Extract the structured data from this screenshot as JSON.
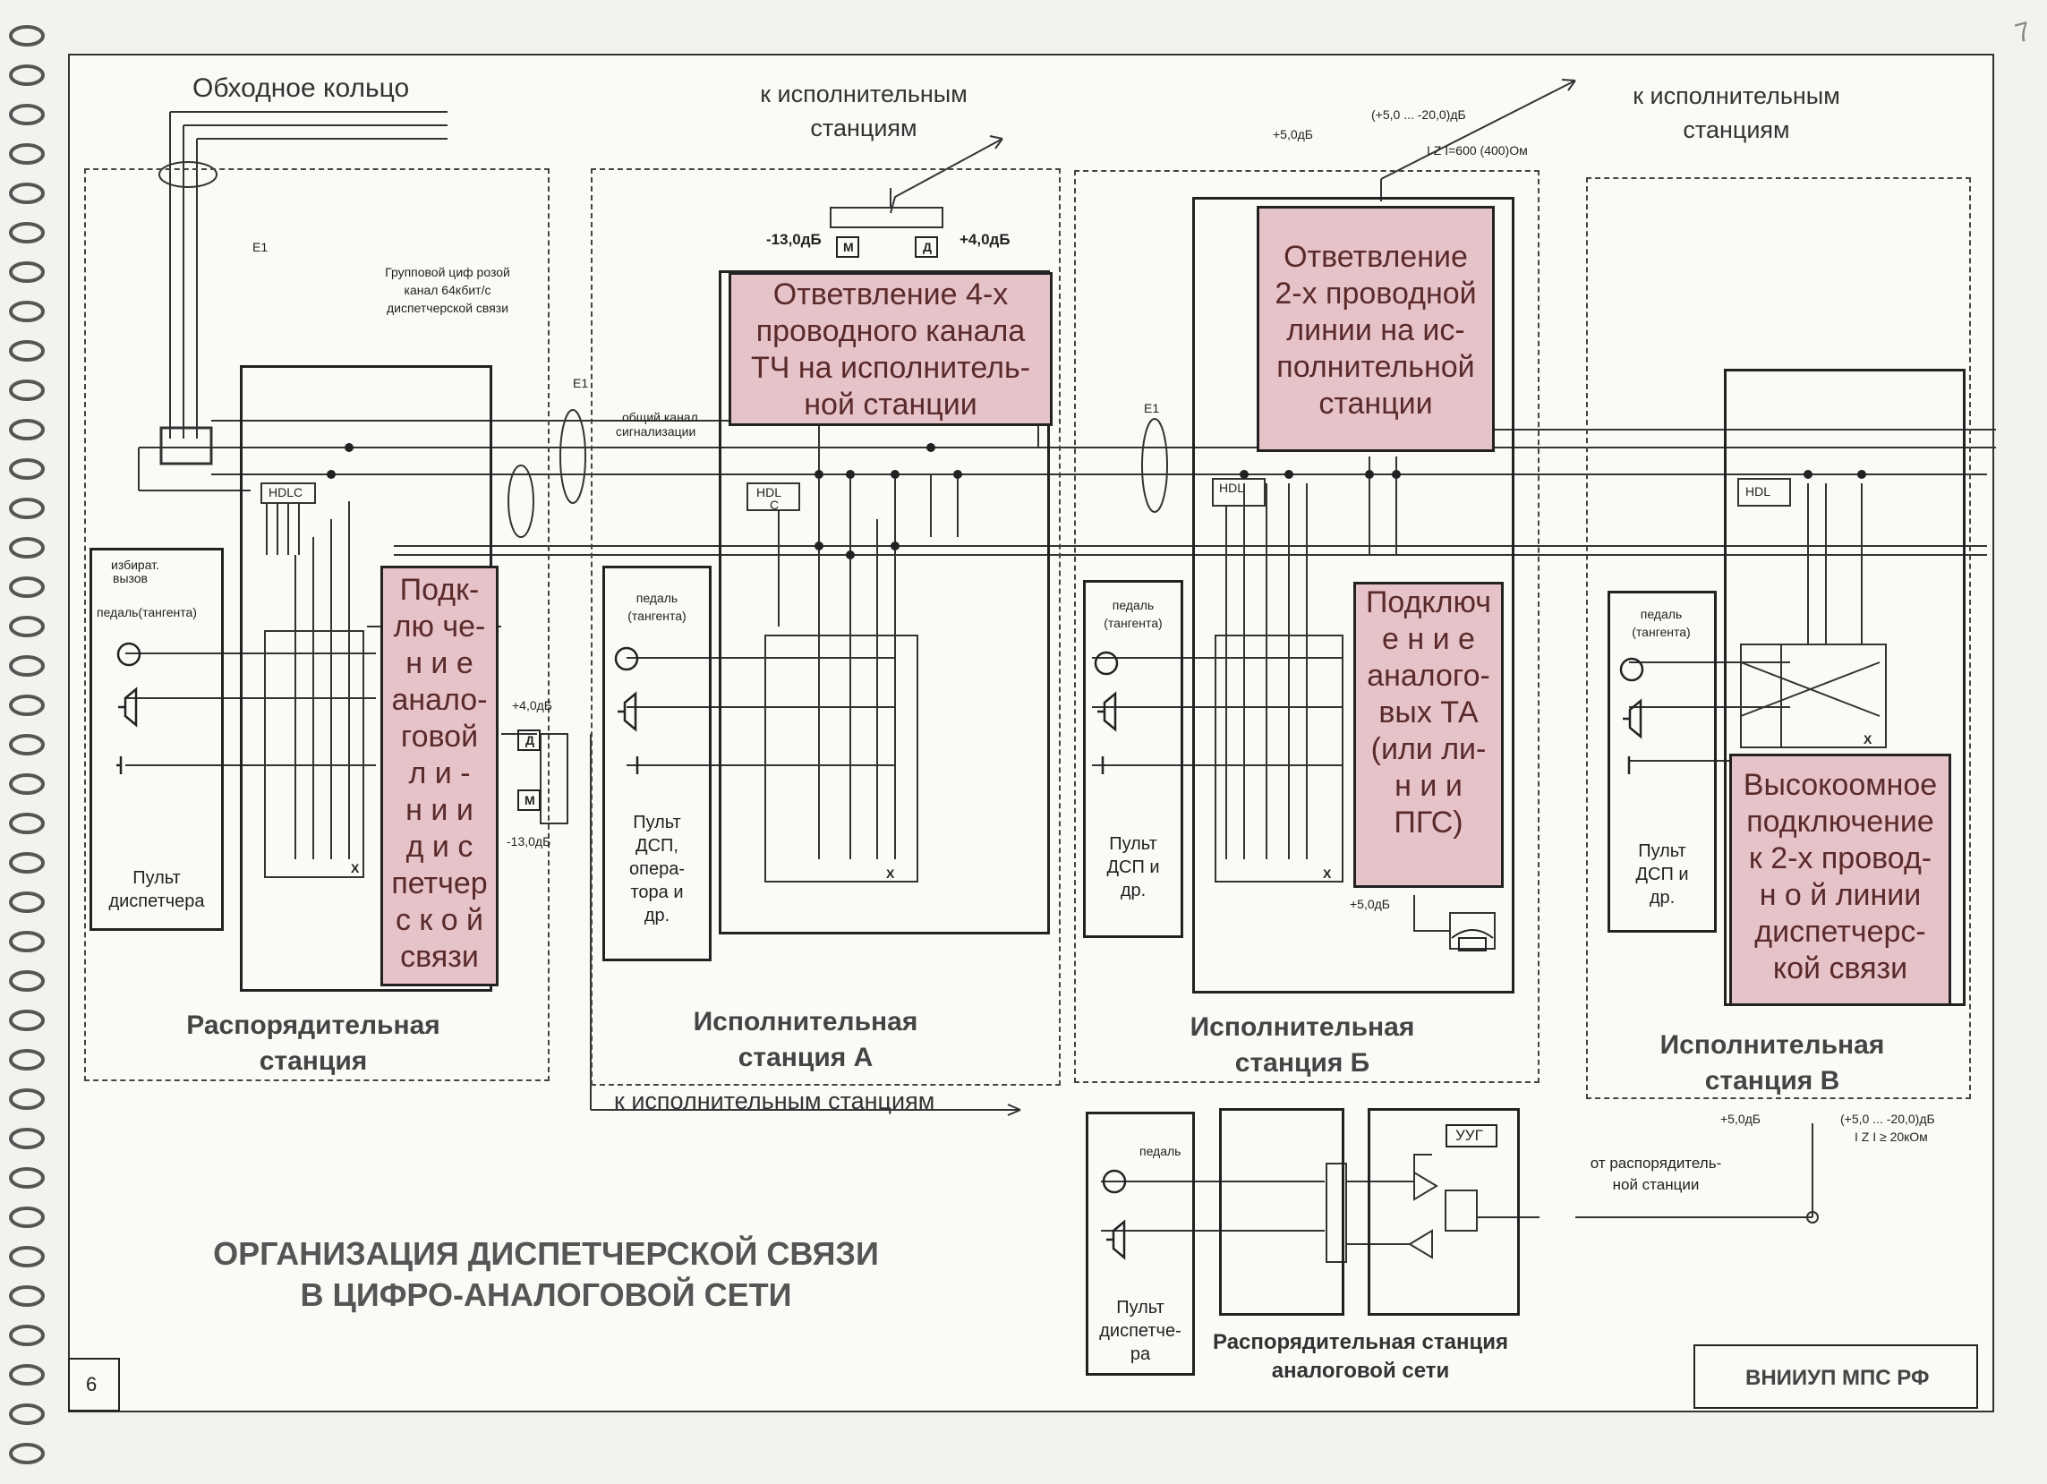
{
  "page_number": "6",
  "corner_mark": "7",
  "title": "ОРГАНИЗАЦИЯ ДИСПЕТЧЕРСКОЙ СВЯЗИ В ЦИФРО-АНАЛОГОВОЙ СЕТИ",
  "title_line1": "ОРГАНИЗАЦИЯ ДИСПЕТЧЕРСКОЙ СВЯЗИ",
  "title_line2": "В ЦИФРО-АНАЛОГОВОЙ СЕТИ",
  "footer_org": "ВНИИУП МПС РФ",
  "top_labels": {
    "bypass_ring": "Обходное кольцо",
    "to_exec_1a": "к исполнительным",
    "to_exec_1b": "станциям",
    "to_exec_2a": "к исполнительным",
    "to_exec_2b": "станциям",
    "to_exec_bottom": "к исполнительным станциям"
  },
  "signals": {
    "e1_a": "E1",
    "e1_b": "E1",
    "e1_c": "E1",
    "group_channel": [
      "Групповой циф розой",
      "канал 64кбит/с",
      "диспетчерской связи"
    ],
    "common_signal_channel": [
      "общий канал",
      "сигнализации"
    ],
    "hdlc": "HDLC",
    "hdlc_a": [
      "HDL",
      "C"
    ],
    "hdlc_b": "HDL",
    "hdlc_v": "HDL",
    "level_m13": "-13,0дБ",
    "level_p4": "+4,0дБ",
    "level_p4_left": "+4,0дБ",
    "level_m13_left": "-13,0дБ",
    "level_p5_top": "+5,0дБ",
    "level_range_top": "(+5,0 ... -20,0)дБ",
    "impedance_top": "I Z I=600 (400)Ом",
    "level_p5_b": "+5,0дБ",
    "level_p5_v": "+5,0дБ",
    "level_range_v": "(+5,0 ... -20,0)дБ",
    "impedance_v": "I Z I ≥ 20кОм",
    "m": "М",
    "d": "Д",
    "uug": "УУГ",
    "from_dispatch": [
      "от распорядитель-",
      "ной станции"
    ],
    "x": "X"
  },
  "pink_boxes": {
    "analog_dispatch": [
      "Подк-",
      "лю че-",
      "н и е",
      "анало-",
      "говой",
      "л и -",
      "н и и",
      "д и с",
      "петчер",
      "с к о й",
      "связи"
    ],
    "branch_4wire": [
      "Ответвление 4-х",
      "проводного канала",
      "ТЧ на исполнитель-",
      "ной станции"
    ],
    "branch_2wire": [
      "Ответвление",
      "2-х проводной",
      "линии на ис-",
      "полнительной",
      "станции"
    ],
    "analog_ta": [
      "Подключ",
      "е н и е",
      "аналого-",
      "вых ТА",
      "(или ли-",
      "н и и",
      "ПГС)"
    ],
    "high_impedance": [
      "Высокоомное",
      "подключение",
      "к 2-х провод-",
      "н о й линии",
      "диспетчерс-",
      "кой связи"
    ]
  },
  "panel_labels": {
    "dialing": [
      "избират.",
      "вызов"
    ],
    "pedal_tangent": "педаль(тангента)",
    "pedal_a": [
      "педаль",
      "(тангента)"
    ],
    "pedal_b": [
      "педаль",
      "(тангента)"
    ],
    "pedal_v": [
      "педаль",
      "(тангента)"
    ],
    "pedal_bottom": "педаль",
    "dispatcher_console": [
      "Пульт",
      "диспетчера"
    ],
    "console_a": [
      "Пульт",
      "ДСП,",
      "опера-",
      "тора и",
      "др."
    ],
    "console_b": [
      "Пульт",
      "ДСП и",
      "др."
    ],
    "console_v": [
      "Пульт",
      "ДСП и",
      "др."
    ],
    "console_bottom": [
      "Пульт",
      "диспетче-",
      "ра"
    ]
  },
  "stations": {
    "dispatch": [
      "Распорядительная",
      "станция"
    ],
    "exec_a": [
      "Исполнительная",
      "станция  А"
    ],
    "exec_b": [
      "Исполнительная",
      "станция  Б"
    ],
    "exec_v": [
      "Исполнительная",
      "станция В"
    ],
    "dispatch_analog": [
      "Распорядительная станция",
      "аналоговой сети"
    ]
  }
}
